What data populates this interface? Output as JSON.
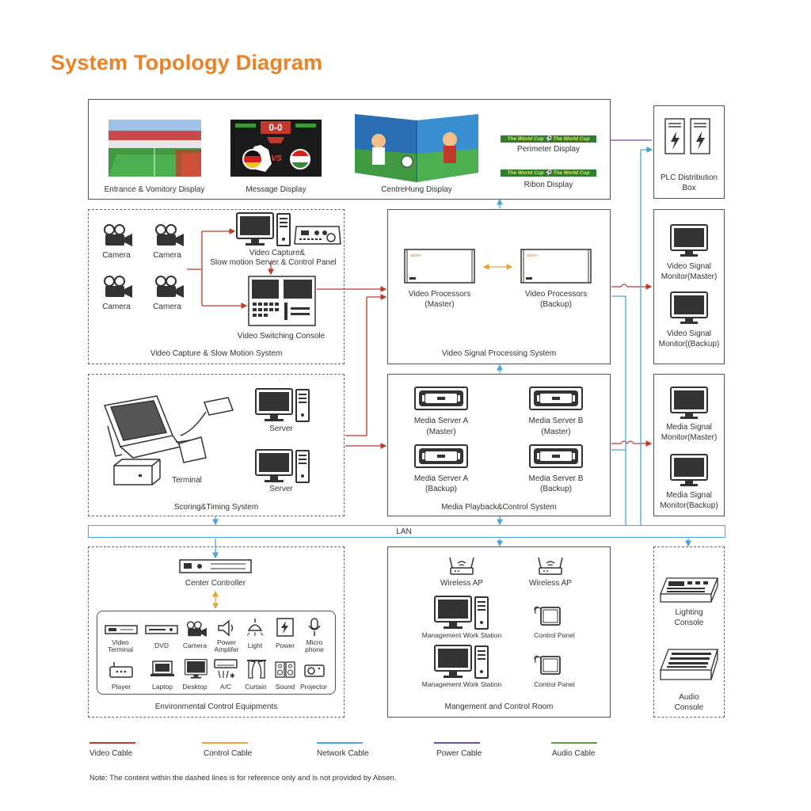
{
  "title": "System Topology Diagram",
  "colors": {
    "video": "#c0392b",
    "control": "#e8a33d",
    "network": "#4aa3d8",
    "power": "#7b4fa0",
    "audio": "#5aa43a",
    "accent": "#ec8126"
  },
  "top_displays": {
    "entrance": "Entrance & Vomitory Display",
    "message": "Message Display",
    "message_score": "0-0",
    "message_vs": "VS",
    "centrehung": "CentreHung Display",
    "perimeter": "Perimeter Display",
    "ribbon": "Ribon Display",
    "banner_text": "The World Cup ⚽ The World Cup"
  },
  "plc": {
    "label_line1": "PLC Distribution",
    "label_line2": "Box"
  },
  "capture_system": {
    "cameras": [
      "Camera",
      "Camera",
      "Camera",
      "Camera"
    ],
    "capture_line1": "Video Capture&",
    "capture_line2": "Slow motion Server & Control Panel",
    "switching": "Video Switching Console",
    "caption": "Video Capture & Slow Motion System"
  },
  "processing_system": {
    "master_line1": "Video Processors",
    "master_line2": "(Master)",
    "backup_line1": "Video Processors",
    "backup_line2": "(Backup)",
    "caption": "Video Signal Processing System"
  },
  "monitors_top": {
    "m1_line1": "Video Signal",
    "m1_line2": "Monitor(Master)",
    "m2_line1": "Video Signal",
    "m2_line2": "Monitor((Backup)"
  },
  "scoring_system": {
    "terminal": "Terminal",
    "server1": "Server",
    "server2": "Server",
    "caption": "Scoring&Timing System"
  },
  "media_system": {
    "a_master_1": "Media Server A",
    "a_master_2": "(Master)",
    "b_master_1": "Media Server B",
    "b_master_2": "(Master)",
    "a_backup_1": "Media Server A",
    "a_backup_2": "(Backup)",
    "b_backup_1": "Media Server B",
    "b_backup_2": "(Backup)",
    "caption": "Media Playback&Control System"
  },
  "monitors_mid": {
    "m1_line1": "Media Signal",
    "m1_line2": "Monitor(Master)",
    "m2_line1": "Media Signal",
    "m2_line2": "Monitor(Backup)"
  },
  "lan": "LAN",
  "environment": {
    "center_controller": "Center Controller",
    "row1": [
      "Video\nTerminal",
      "DVD",
      "Camera",
      "Power\nAmplifer",
      "Light",
      "Power",
      "Micro\nphone"
    ],
    "row2": [
      "Player",
      "Laptop",
      "Desktop",
      "A/C",
      "Curtain",
      "Sound",
      "Projector"
    ],
    "caption": "Environmental Control Equipments"
  },
  "management": {
    "ap1": "Wireless AP",
    "ap2": "Wireless AP",
    "ws1": "Management Work Station",
    "ws2": "Management Work Station",
    "cp1": "Control Panel",
    "cp2": "Control Panel",
    "caption": "Mangement and Control Room"
  },
  "consoles": {
    "lighting_1": "Lighting",
    "lighting_2": "Console",
    "audio_1": "Audio",
    "audio_2": "Console"
  },
  "legend": [
    "Video Cable",
    "Control Cable",
    "Network Cable",
    "Power Cable",
    "Audio Cable"
  ],
  "note": "Note:  The content within the dashed lines is for reference only and is not provided by Absen."
}
